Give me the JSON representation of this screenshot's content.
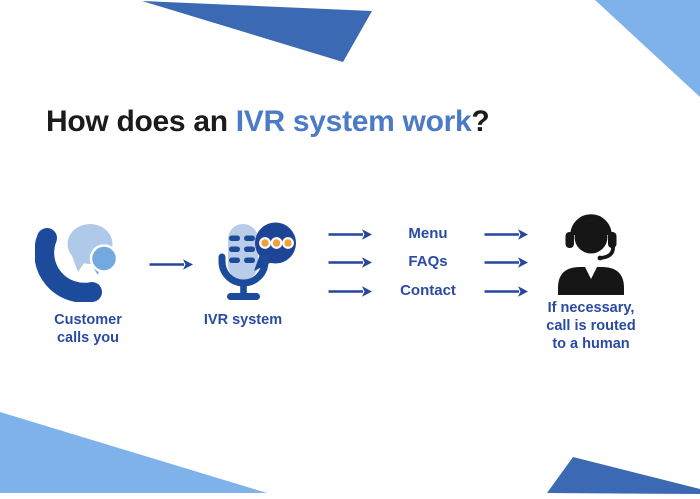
{
  "title": {
    "prefix": "How does an ",
    "highlight": "IVR system work",
    "suffix": "?"
  },
  "flow": {
    "steps": [
      {
        "id": "customer-calls",
        "icon": "phone-chat-icon",
        "label_lines": [
          "Customer",
          "calls you"
        ]
      },
      {
        "id": "ivr-system",
        "icon": "microphone-chat-icon",
        "label_lines": [
          "IVR system"
        ]
      },
      {
        "id": "human-agent",
        "icon": "support-agent-headset-icon",
        "label_lines": [
          "If necessary,",
          "call is routed",
          "to a human"
        ]
      }
    ],
    "options": [
      {
        "label": "Menu"
      },
      {
        "label": "FAQs"
      },
      {
        "label": "Contact"
      }
    ],
    "arrow_icon": "right-arrow-icon"
  },
  "colors": {
    "background": "#ffffff",
    "triangle_dark_blue": "#3B69B4",
    "triangle_light_blue": "#7FB1EB",
    "title_text": "#1b1b1b",
    "title_highlight": "#4B7BC6",
    "label_navy": "#2A4BA3",
    "arrow_navy": "#27479F",
    "icon_dark_blue": "#1D4B9B",
    "icon_light_blue": "#B9CDE8",
    "chat_bubble_light": "#AECAE8",
    "chat_bubble_mid": "#72A9DE",
    "speech_bubble_navy": "#1E4496",
    "dot_orange": "#EFA23B",
    "agent_black": "#161616"
  }
}
